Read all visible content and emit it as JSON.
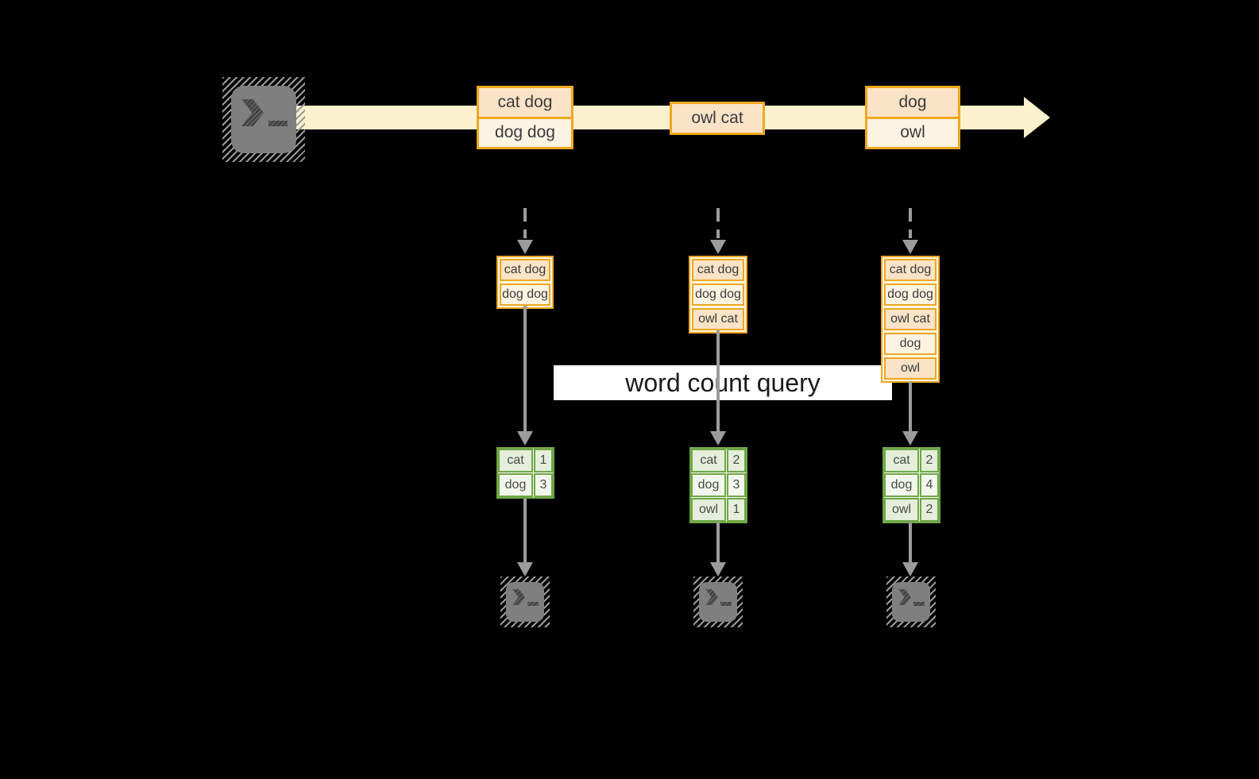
{
  "colors": {
    "background": "#000000",
    "stream_arrow": "#FBF1CE",
    "batch_border": "#EFA720",
    "batch_cell_dark": "#FAE3C6",
    "batch_cell_light": "#FDF3E3",
    "table_border": "#6FA746",
    "table_cell_dark": "#E4EEDA",
    "table_cell_light": "#F2F7ED",
    "arrow_gray": "#9C9C9C",
    "banner_bg": "#FFFFFF",
    "banner_text": "#1B1B1B",
    "terminal_gray": "#7F7F7F"
  },
  "source": {
    "icon": "terminal-icon"
  },
  "stream": {
    "batches": [
      {
        "rows": [
          "cat dog",
          "dog dog"
        ]
      },
      {
        "rows": [
          "owl cat"
        ]
      },
      {
        "rows": [
          "dog",
          "owl"
        ]
      }
    ]
  },
  "query": {
    "label": "word count query"
  },
  "pipelines": [
    {
      "batch_rows": [
        "cat dog",
        "dog dog"
      ],
      "counts": [
        [
          "cat",
          "1"
        ],
        [
          "dog",
          "3"
        ]
      ],
      "sink_icon": "terminal-icon"
    },
    {
      "batch_rows": [
        "cat dog",
        "dog dog",
        "owl cat"
      ],
      "counts": [
        [
          "cat",
          "2"
        ],
        [
          "dog",
          "3"
        ],
        [
          "owl",
          "1"
        ]
      ],
      "sink_icon": "terminal-icon"
    },
    {
      "batch_rows": [
        "cat dog",
        "dog dog",
        "owl cat",
        "dog",
        "owl"
      ],
      "counts": [
        [
          "cat",
          "2"
        ],
        [
          "dog",
          "4"
        ],
        [
          "owl",
          "2"
        ]
      ],
      "sink_icon": "terminal-icon"
    }
  ]
}
